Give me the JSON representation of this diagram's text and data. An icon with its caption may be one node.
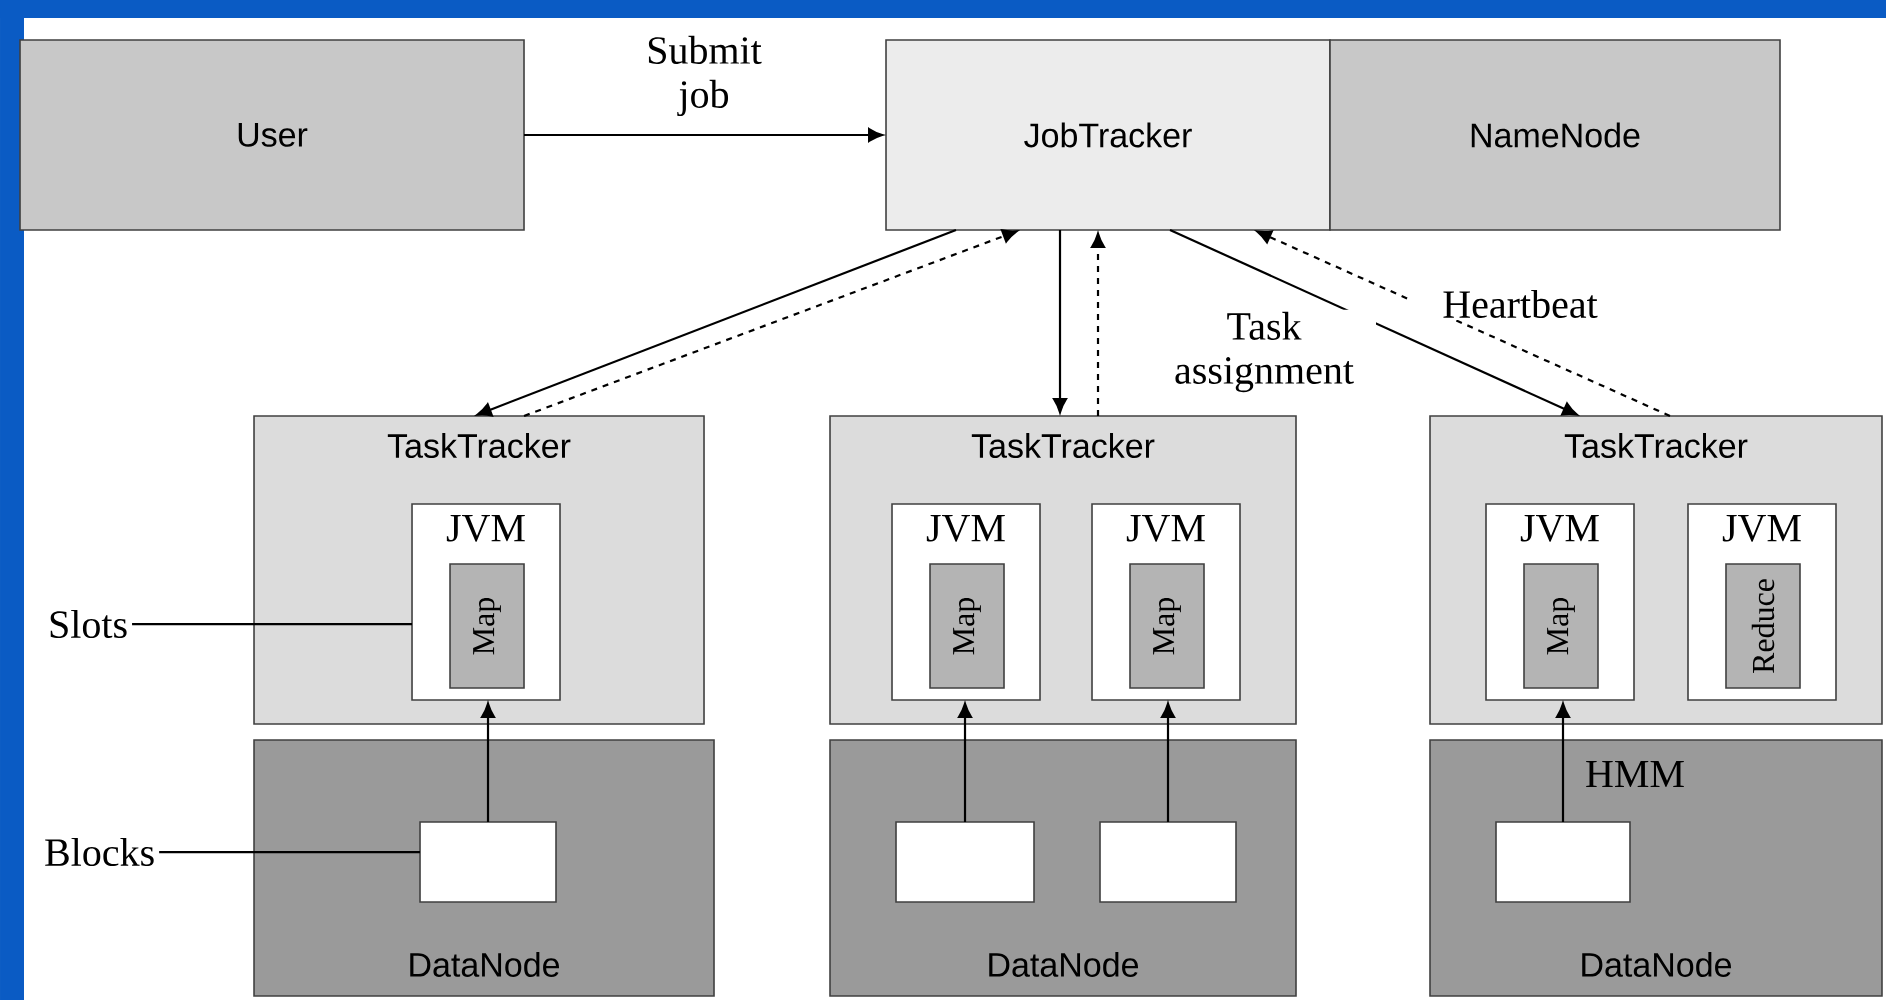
{
  "diagram": {
    "nodes": [
      {
        "text": [
          "User"
        ]
      },
      {
        "text": [
          "JobTracker"
        ]
      },
      {
        "text": [
          "NameNode"
        ]
      },
      {
        "text": [
          "TaskTracker"
        ]
      },
      {
        "text": [
          "JVM"
        ],
        "in": 3
      },
      {
        "text": [
          "Map"
        ],
        "in": 4
      },
      {
        "text": [
          "DataNode"
        ]
      },
      {
        "text": [],
        "shape": "box",
        "in": 6
      },
      {
        "text": [
          "TaskTracker"
        ]
      },
      {
        "text": [
          "JVM"
        ],
        "in": 8
      },
      {
        "text": [
          "Map"
        ],
        "in": 9
      },
      {
        "text": [
          "JVM"
        ],
        "in": 8
      },
      {
        "text": [
          "Map"
        ],
        "in": 11
      },
      {
        "text": [
          "DataNode"
        ]
      },
      {
        "text": [],
        "shape": "box",
        "in": 13
      },
      {
        "text": [],
        "shape": "box",
        "in": 13
      },
      {
        "text": [
          "TaskTracker"
        ]
      },
      {
        "text": [
          "JVM"
        ],
        "in": 16
      },
      {
        "text": [
          "Map"
        ],
        "in": 17
      },
      {
        "text": [
          "JVM"
        ],
        "in": 16
      },
      {
        "text": [
          "Reduce"
        ],
        "in": 19
      },
      {
        "text": [
          "DataNode"
        ]
      },
      {
        "text": [],
        "shape": "box",
        "in": 21
      },
      {
        "text": [
          "Slots"
        ]
      },
      {
        "text": [
          "Blocks"
        ]
      }
    ],
    "edges": [
      {
        "from": 0,
        "to": 1,
        "arrow": "to",
        "label": "Submit job"
      },
      {
        "from": 1,
        "to": 3,
        "arrow": "to"
      },
      {
        "from": 3,
        "to": 1,
        "arrow": "to",
        "style": "dashed"
      },
      {
        "from": 1,
        "to": 8,
        "arrow": "to"
      },
      {
        "from": 8,
        "to": 1,
        "arrow": "to",
        "style": "dashed"
      },
      {
        "from": 1,
        "to": 16,
        "arrow": "to",
        "label": "Task assignment"
      },
      {
        "from": 16,
        "to": 1,
        "arrow": "to",
        "style": "dashed",
        "label": "Heartbeat"
      },
      {
        "from": 7,
        "to": 4,
        "arrow": "to"
      },
      {
        "from": 14,
        "to": 9,
        "arrow": "to"
      },
      {
        "from": 15,
        "to": 11,
        "arrow": "to"
      },
      {
        "from": 22,
        "to": 17,
        "arrow": "to",
        "label": "HMM"
      },
      {
        "from": 23,
        "to": 4,
        "arrow": "none"
      },
      {
        "from": 24,
        "to": 7,
        "arrow": "none"
      }
    ]
  }
}
